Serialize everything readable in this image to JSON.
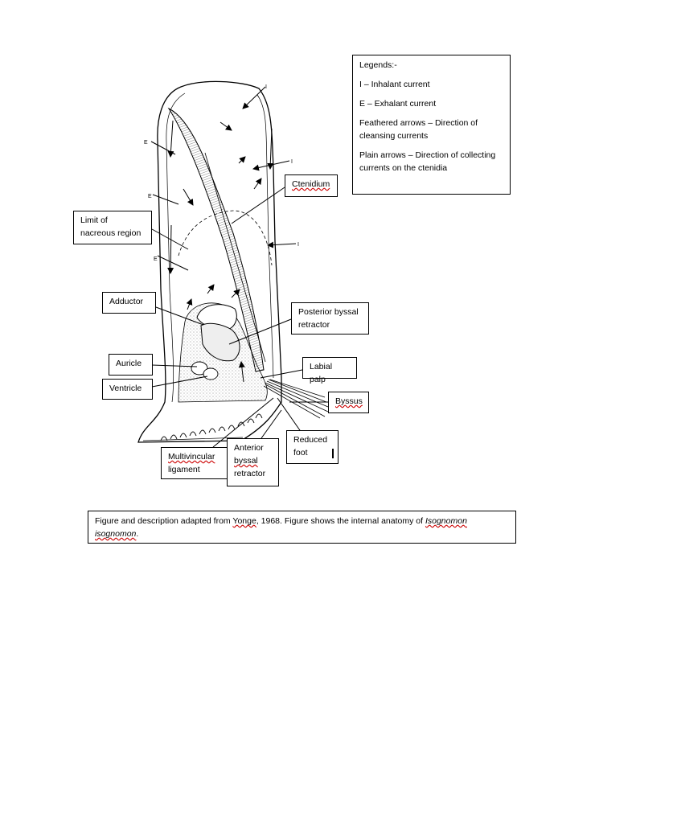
{
  "labels": {
    "ctenidium": "Ctenidium",
    "limit_line1": "Limit of",
    "limit_line2": "nacreous region",
    "adductor": "Adductor",
    "posterior_line1": "Posterior byssal",
    "posterior_line2": "retractor",
    "auricle": "Auricle",
    "labial_palp": "Labial palp",
    "ventricle": "Ventricle",
    "byssus": "Byssus",
    "reduced_line1": "Reduced",
    "reduced_line2": "foot",
    "multivincular_line1": "Multivincular",
    "multivincular_line2": "ligament",
    "anterior_line1": "Anterior",
    "anterior_line2": "byssal",
    "anterior_line3": "retractor"
  },
  "current_marks": {
    "inhalant": "I",
    "exhalant": "E"
  },
  "legend": {
    "title": "Legends:-",
    "items": [
      "I – Inhalant current",
      "E – Exhalant current",
      "Feathered arrows – Direction of cleansing currents",
      "Plain arrows – Direction of collecting currents on the ctenidia"
    ]
  },
  "caption": {
    "text_before": "Figure and description adapted from ",
    "author": "Yonge",
    "text_middle": ", 1968. Figure shows the internal anatomy of ",
    "species": "Isognomon isognomon",
    "text_end": "."
  }
}
